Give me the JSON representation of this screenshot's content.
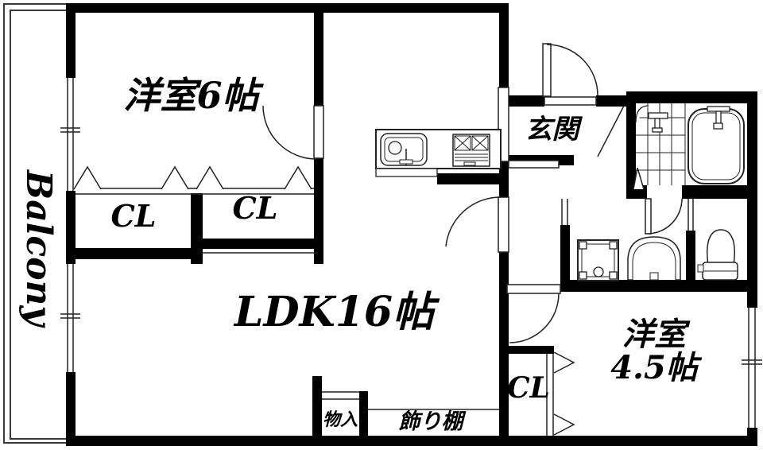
{
  "floorplan": {
    "balcony": {
      "label": "Balcony"
    },
    "rooms": {
      "bedroom6": {
        "label": "洋室6帖"
      },
      "closet1": {
        "label": "CL"
      },
      "closet2": {
        "label": "CL"
      },
      "ldk": {
        "label": "LDK16帖"
      },
      "entrance": {
        "label": "玄関"
      },
      "bedroom45": {
        "label_line1": "洋室",
        "label_line2": "4.5帖"
      },
      "closet3": {
        "label": "CL"
      },
      "storage": {
        "label": "物入"
      },
      "shelf": {
        "label": "飾り棚"
      }
    },
    "colors": {
      "wall": "#000000",
      "thin_line": "#2a2a2a",
      "background": "#ffffff"
    }
  }
}
